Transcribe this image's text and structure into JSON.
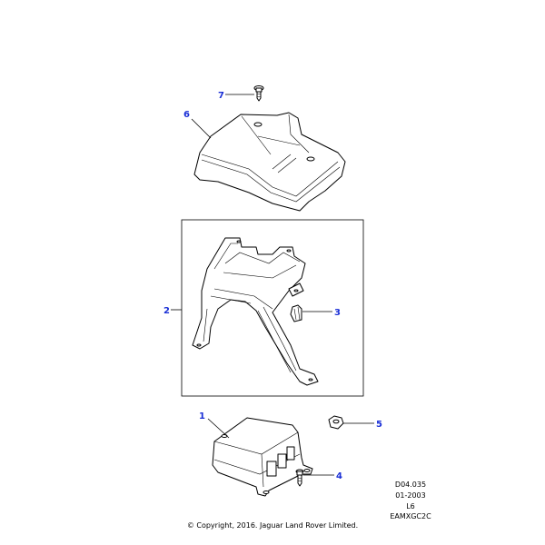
{
  "callouts": [
    {
      "id": "1",
      "label": "1"
    },
    {
      "id": "2",
      "label": "2"
    },
    {
      "id": "3",
      "label": "3"
    },
    {
      "id": "4",
      "label": "4"
    },
    {
      "id": "5",
      "label": "5"
    },
    {
      "id": "6",
      "label": "6"
    },
    {
      "id": "7",
      "label": "7"
    }
  ],
  "meta": {
    "ref": "D04.035",
    "date": "01-2003",
    "model": "L6",
    "code": "EAMXGC2C"
  },
  "copyright": "© Copyright, 2016. Jaguar Land Rover Limited.",
  "colors": {
    "callout": "#1a2fd6",
    "line": "#000000"
  }
}
